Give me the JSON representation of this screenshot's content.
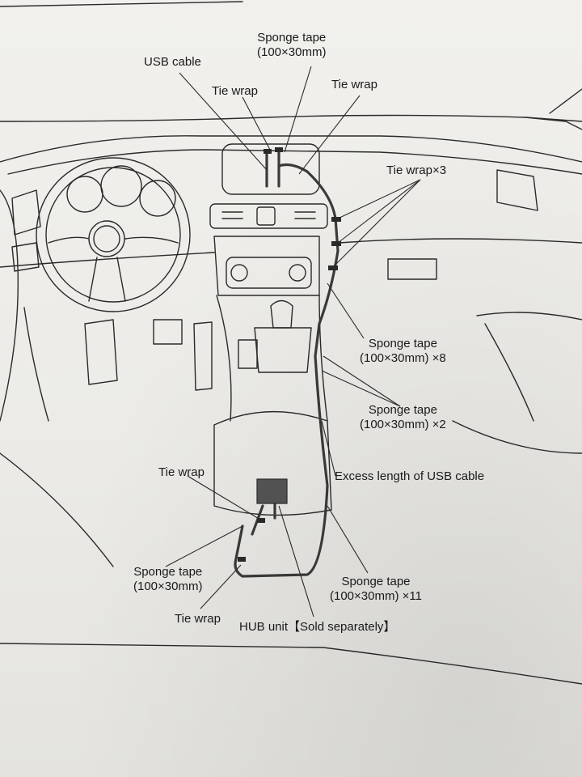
{
  "labels": {
    "sponge_tape_top": {
      "line1": "Sponge tape",
      "line2": "(100×30mm)"
    },
    "usb_cable": "USB cable",
    "tie_wrap_top_left": "Tie wrap",
    "tie_wrap_top_right": "Tie wrap",
    "tie_wrap_x3": "Tie wrap×3",
    "sponge_tape_x8": {
      "line1": "Sponge tape",
      "line2": "(100×30mm) ×8"
    },
    "sponge_tape_x2": {
      "line1": "Sponge tape",
      "line2": "(100×30mm) ×2"
    },
    "excess_length": "Excess length of USB cable",
    "tie_wrap_left": "Tie wrap",
    "sponge_tape_left": {
      "line1": "Sponge tape",
      "line2": "(100×30mm)"
    },
    "tie_wrap_bottom": "Tie wrap",
    "hub_unit": "HUB unit【Sold separately】",
    "sponge_tape_x11": {
      "line1": "Sponge tape",
      "line2": "(100×30mm) ×11"
    }
  },
  "colors": {
    "line": "#2a2a2a",
    "cable": "#3a3a3a",
    "hub": "#555555"
  }
}
